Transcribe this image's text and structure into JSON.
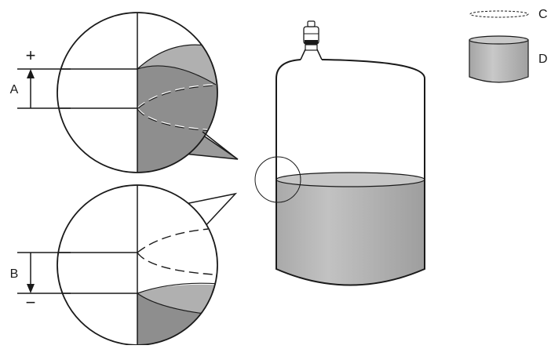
{
  "labels": {
    "a": "A",
    "b": "B",
    "c": "C",
    "d": "D",
    "plus": "+",
    "minus": "−"
  },
  "colors": {
    "liquid": "#b4b4b4",
    "liquid_top": "#c4c4c4",
    "liquid_dark": "#8e8e8e",
    "outline": "#1a1a1a",
    "background": "#ffffff"
  }
}
